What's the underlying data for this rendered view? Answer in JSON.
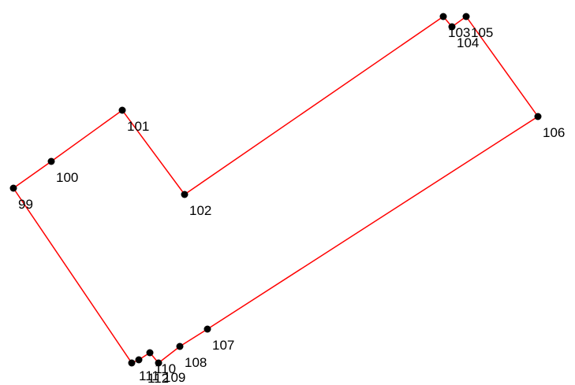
{
  "diagram": {
    "type": "polygon-traverse",
    "stroke_color": "#ff0000",
    "point_color": "#000000",
    "label_color": "#000000",
    "closed": true,
    "points": [
      {
        "id": "99",
        "label": "99"
      },
      {
        "id": "100",
        "label": "100"
      },
      {
        "id": "101",
        "label": "101"
      },
      {
        "id": "102",
        "label": "102"
      },
      {
        "id": "103",
        "label": "103"
      },
      {
        "id": "104",
        "label": "104"
      },
      {
        "id": "105",
        "label": "105"
      },
      {
        "id": "106",
        "label": "106"
      },
      {
        "id": "107",
        "label": "107"
      },
      {
        "id": "108",
        "label": "108"
      },
      {
        "id": "109",
        "label": "109"
      },
      {
        "id": "110",
        "label": "110"
      },
      {
        "id": "111",
        "label": "111"
      },
      {
        "id": "112",
        "label": "112"
      }
    ]
  }
}
